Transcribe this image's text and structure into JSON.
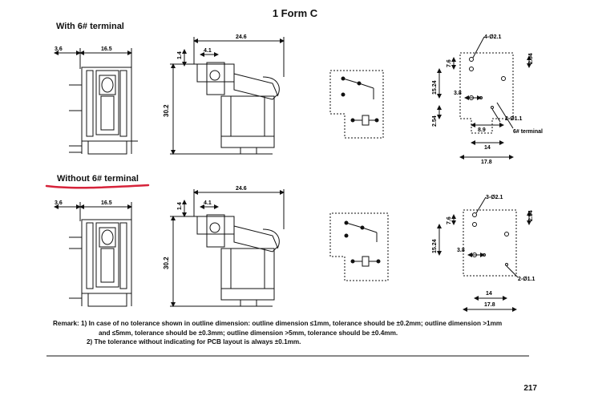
{
  "title": "1 Form C",
  "sections": [
    {
      "label": "With 6# terminal",
      "dims": {
        "d3_6": "3.6",
        "d16_5": "16.5",
        "d24_6": "24.6",
        "d1_4": "1.4",
        "d4_1": "4.1",
        "d30_2": "30.2",
        "hole4": "4-Ø2.1",
        "d7_6": "7.6",
        "d2_54a": "2.54",
        "d15_24": "15.24",
        "d3_8": "3.8",
        "hole2": "2-Ø1.1",
        "d2_54b": "2.54",
        "d8_9": "8.9",
        "t6": "6# terminal",
        "d14": "14",
        "d17_8": "17.8"
      }
    },
    {
      "label": "Without 6# terminal",
      "dims": {
        "d3_6": "3.6",
        "d16_5": "16.5",
        "d24_6": "24.6",
        "d1_4": "1.4",
        "d4_1": "4.1",
        "d30_2": "30.2",
        "hole3": "3-Ø2.1",
        "d7_6": "7.6",
        "d2_54a": "2.54",
        "d15_24": "15.24",
        "d3_8": "3.8",
        "hole2": "2-Ø1.1",
        "d14": "14",
        "d17_8": "17.8"
      }
    }
  ],
  "remark": {
    "line1": "Remark: 1)  In case of no tolerance shown in outline dimension: outline dimension ≤1mm, tolerance should be ±0.2mm; outline dimension >1mm",
    "line2": "and ≤5mm, tolerance should be ±0.3mm; outline dimension >5mm, tolerance should be ±0.4mm.",
    "line3": "2)  The tolerance without indicating for PCB layout is always ±0.1mm."
  },
  "page_number": "217",
  "colors": {
    "underline": "#d6233a",
    "ink": "#111111"
  }
}
